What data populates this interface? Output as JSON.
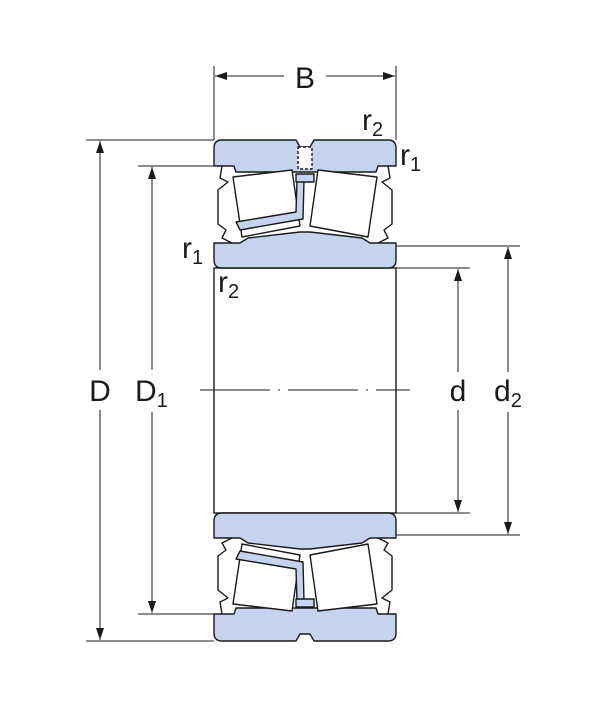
{
  "diagram": {
    "colors": {
      "ring": "#c6d3ee",
      "line": "#1a1a1a",
      "white": "#ffffff"
    },
    "labels": {
      "B": {
        "main": "B",
        "sub": ""
      },
      "D": {
        "main": "D",
        "sub": ""
      },
      "D1": {
        "main": "D",
        "sub": "1"
      },
      "d": {
        "main": "d",
        "sub": ""
      },
      "d2": {
        "main": "d",
        "sub": "2"
      },
      "r2_top": {
        "main": "r",
        "sub": "2"
      },
      "r1_top": {
        "main": "r",
        "sub": "1"
      },
      "r1_left": {
        "main": "r",
        "sub": "1"
      },
      "r2_left": {
        "main": "r",
        "sub": "2"
      }
    }
  }
}
